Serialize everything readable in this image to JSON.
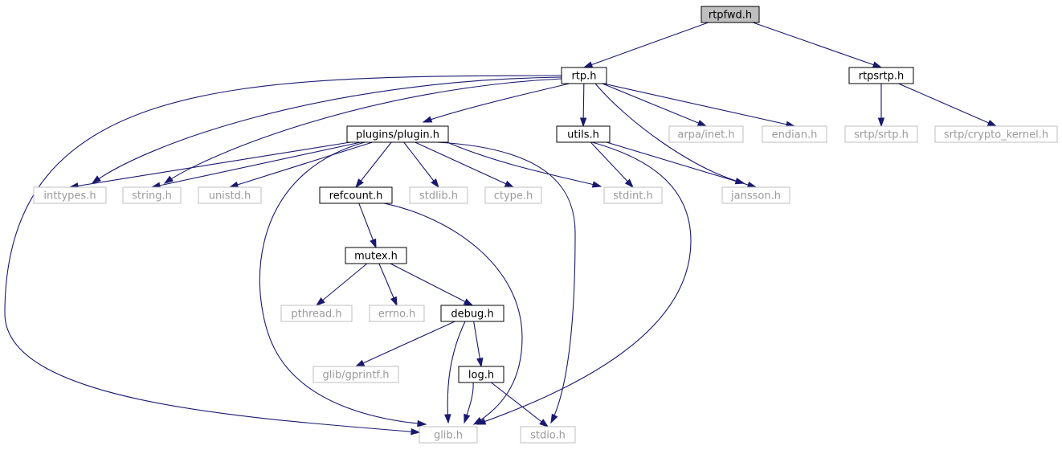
{
  "title": "rtpfwd.h",
  "colors": {
    "edge": "#191970",
    "root_fill": "#bfbfbf",
    "internal_border": "#000000",
    "external_border": "#bfbfbf",
    "external_text": "#9a9a9a"
  },
  "nodes": [
    {
      "id": "rtpfwd",
      "label": "rtpfwd.h",
      "kind": "root"
    },
    {
      "id": "rtp",
      "label": "rtp.h",
      "kind": "internal"
    },
    {
      "id": "rtpsrtp",
      "label": "rtpsrtp.h",
      "kind": "internal"
    },
    {
      "id": "plugin",
      "label": "plugins/plugin.h",
      "kind": "internal"
    },
    {
      "id": "utils",
      "label": "utils.h",
      "kind": "internal"
    },
    {
      "id": "arpa",
      "label": "arpa/inet.h",
      "kind": "external"
    },
    {
      "id": "endian",
      "label": "endian.h",
      "kind": "external"
    },
    {
      "id": "srtp",
      "label": "srtp/srtp.h",
      "kind": "external"
    },
    {
      "id": "crypto",
      "label": "srtp/crypto_kernel.h",
      "kind": "external"
    },
    {
      "id": "inttypes",
      "label": "inttypes.h",
      "kind": "external"
    },
    {
      "id": "string",
      "label": "string.h",
      "kind": "external"
    },
    {
      "id": "unistd",
      "label": "unistd.h",
      "kind": "external"
    },
    {
      "id": "refcount",
      "label": "refcount.h",
      "kind": "internal"
    },
    {
      "id": "stdlib",
      "label": "stdlib.h",
      "kind": "external"
    },
    {
      "id": "ctype",
      "label": "ctype.h",
      "kind": "external"
    },
    {
      "id": "stdint",
      "label": "stdint.h",
      "kind": "external"
    },
    {
      "id": "jansson",
      "label": "jansson.h",
      "kind": "external"
    },
    {
      "id": "mutex",
      "label": "mutex.h",
      "kind": "internal"
    },
    {
      "id": "pthread",
      "label": "pthread.h",
      "kind": "external"
    },
    {
      "id": "errno",
      "label": "errno.h",
      "kind": "external"
    },
    {
      "id": "debug",
      "label": "debug.h",
      "kind": "internal"
    },
    {
      "id": "gprintf",
      "label": "glib/gprintf.h",
      "kind": "external"
    },
    {
      "id": "log",
      "label": "log.h",
      "kind": "internal"
    },
    {
      "id": "glib",
      "label": "glib.h",
      "kind": "external"
    },
    {
      "id": "stdio",
      "label": "stdio.h",
      "kind": "external"
    }
  ],
  "edges": [
    {
      "from": "rtpfwd",
      "to": "rtp"
    },
    {
      "from": "rtpfwd",
      "to": "rtpsrtp"
    },
    {
      "from": "rtp",
      "to": "plugin"
    },
    {
      "from": "rtp",
      "to": "utils"
    },
    {
      "from": "rtp",
      "to": "arpa"
    },
    {
      "from": "rtp",
      "to": "endian"
    },
    {
      "from": "rtp",
      "to": "inttypes"
    },
    {
      "from": "rtp",
      "to": "string"
    },
    {
      "from": "rtp",
      "to": "jansson"
    },
    {
      "from": "rtp",
      "to": "glib"
    },
    {
      "from": "rtpsrtp",
      "to": "srtp"
    },
    {
      "from": "rtpsrtp",
      "to": "crypto"
    },
    {
      "from": "plugin",
      "to": "inttypes"
    },
    {
      "from": "plugin",
      "to": "string"
    },
    {
      "from": "plugin",
      "to": "unistd"
    },
    {
      "from": "plugin",
      "to": "refcount"
    },
    {
      "from": "plugin",
      "to": "stdlib"
    },
    {
      "from": "plugin",
      "to": "ctype"
    },
    {
      "from": "plugin",
      "to": "stdint"
    },
    {
      "from": "plugin",
      "to": "glib"
    },
    {
      "from": "plugin",
      "to": "stdio"
    },
    {
      "from": "utils",
      "to": "stdint"
    },
    {
      "from": "utils",
      "to": "jansson"
    },
    {
      "from": "utils",
      "to": "glib"
    },
    {
      "from": "refcount",
      "to": "mutex"
    },
    {
      "from": "refcount",
      "to": "glib"
    },
    {
      "from": "mutex",
      "to": "pthread"
    },
    {
      "from": "mutex",
      "to": "errno"
    },
    {
      "from": "mutex",
      "to": "debug"
    },
    {
      "from": "debug",
      "to": "gprintf"
    },
    {
      "from": "debug",
      "to": "log"
    },
    {
      "from": "debug",
      "to": "glib"
    },
    {
      "from": "log",
      "to": "glib"
    },
    {
      "from": "log",
      "to": "stdio"
    }
  ]
}
